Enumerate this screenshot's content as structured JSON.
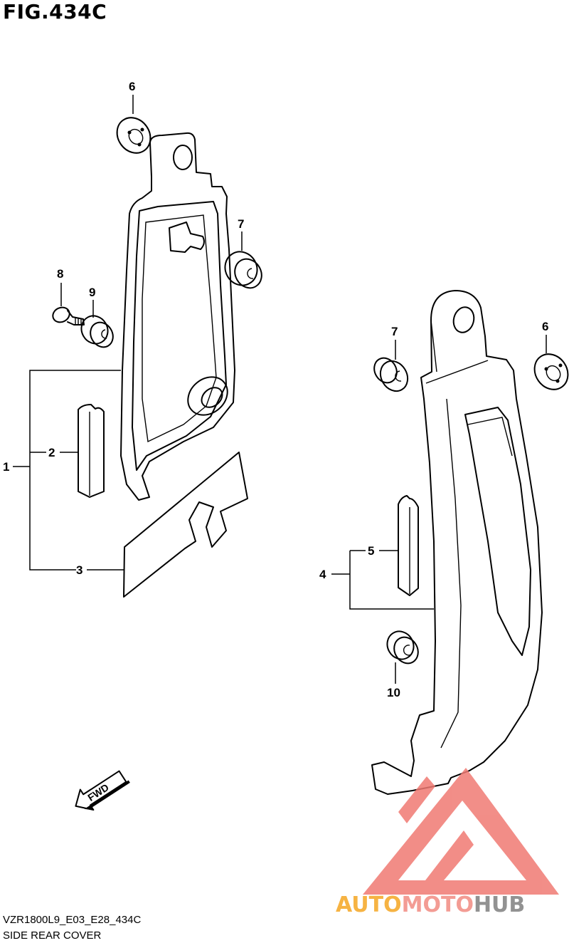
{
  "figure_title": "FIG.434C",
  "footer": {
    "code": "VZR1800L9_E03_E28_434C",
    "name": "SIDE REAR COVER"
  },
  "direction_marker": {
    "label": "FWD",
    "icon": "arrow-left-down-icon"
  },
  "callouts": [
    "1",
    "2",
    "3",
    "4",
    "5",
    "6",
    "6",
    "7",
    "7",
    "8",
    "9",
    "10"
  ],
  "watermark": {
    "part1": "AUTO",
    "part2": "MOTO",
    "part3": "HUB",
    "colors": {
      "auto": "#f5a623",
      "moto": "#f28b82",
      "hub": "#7f7f7f",
      "triangle": "#f07a73"
    }
  }
}
